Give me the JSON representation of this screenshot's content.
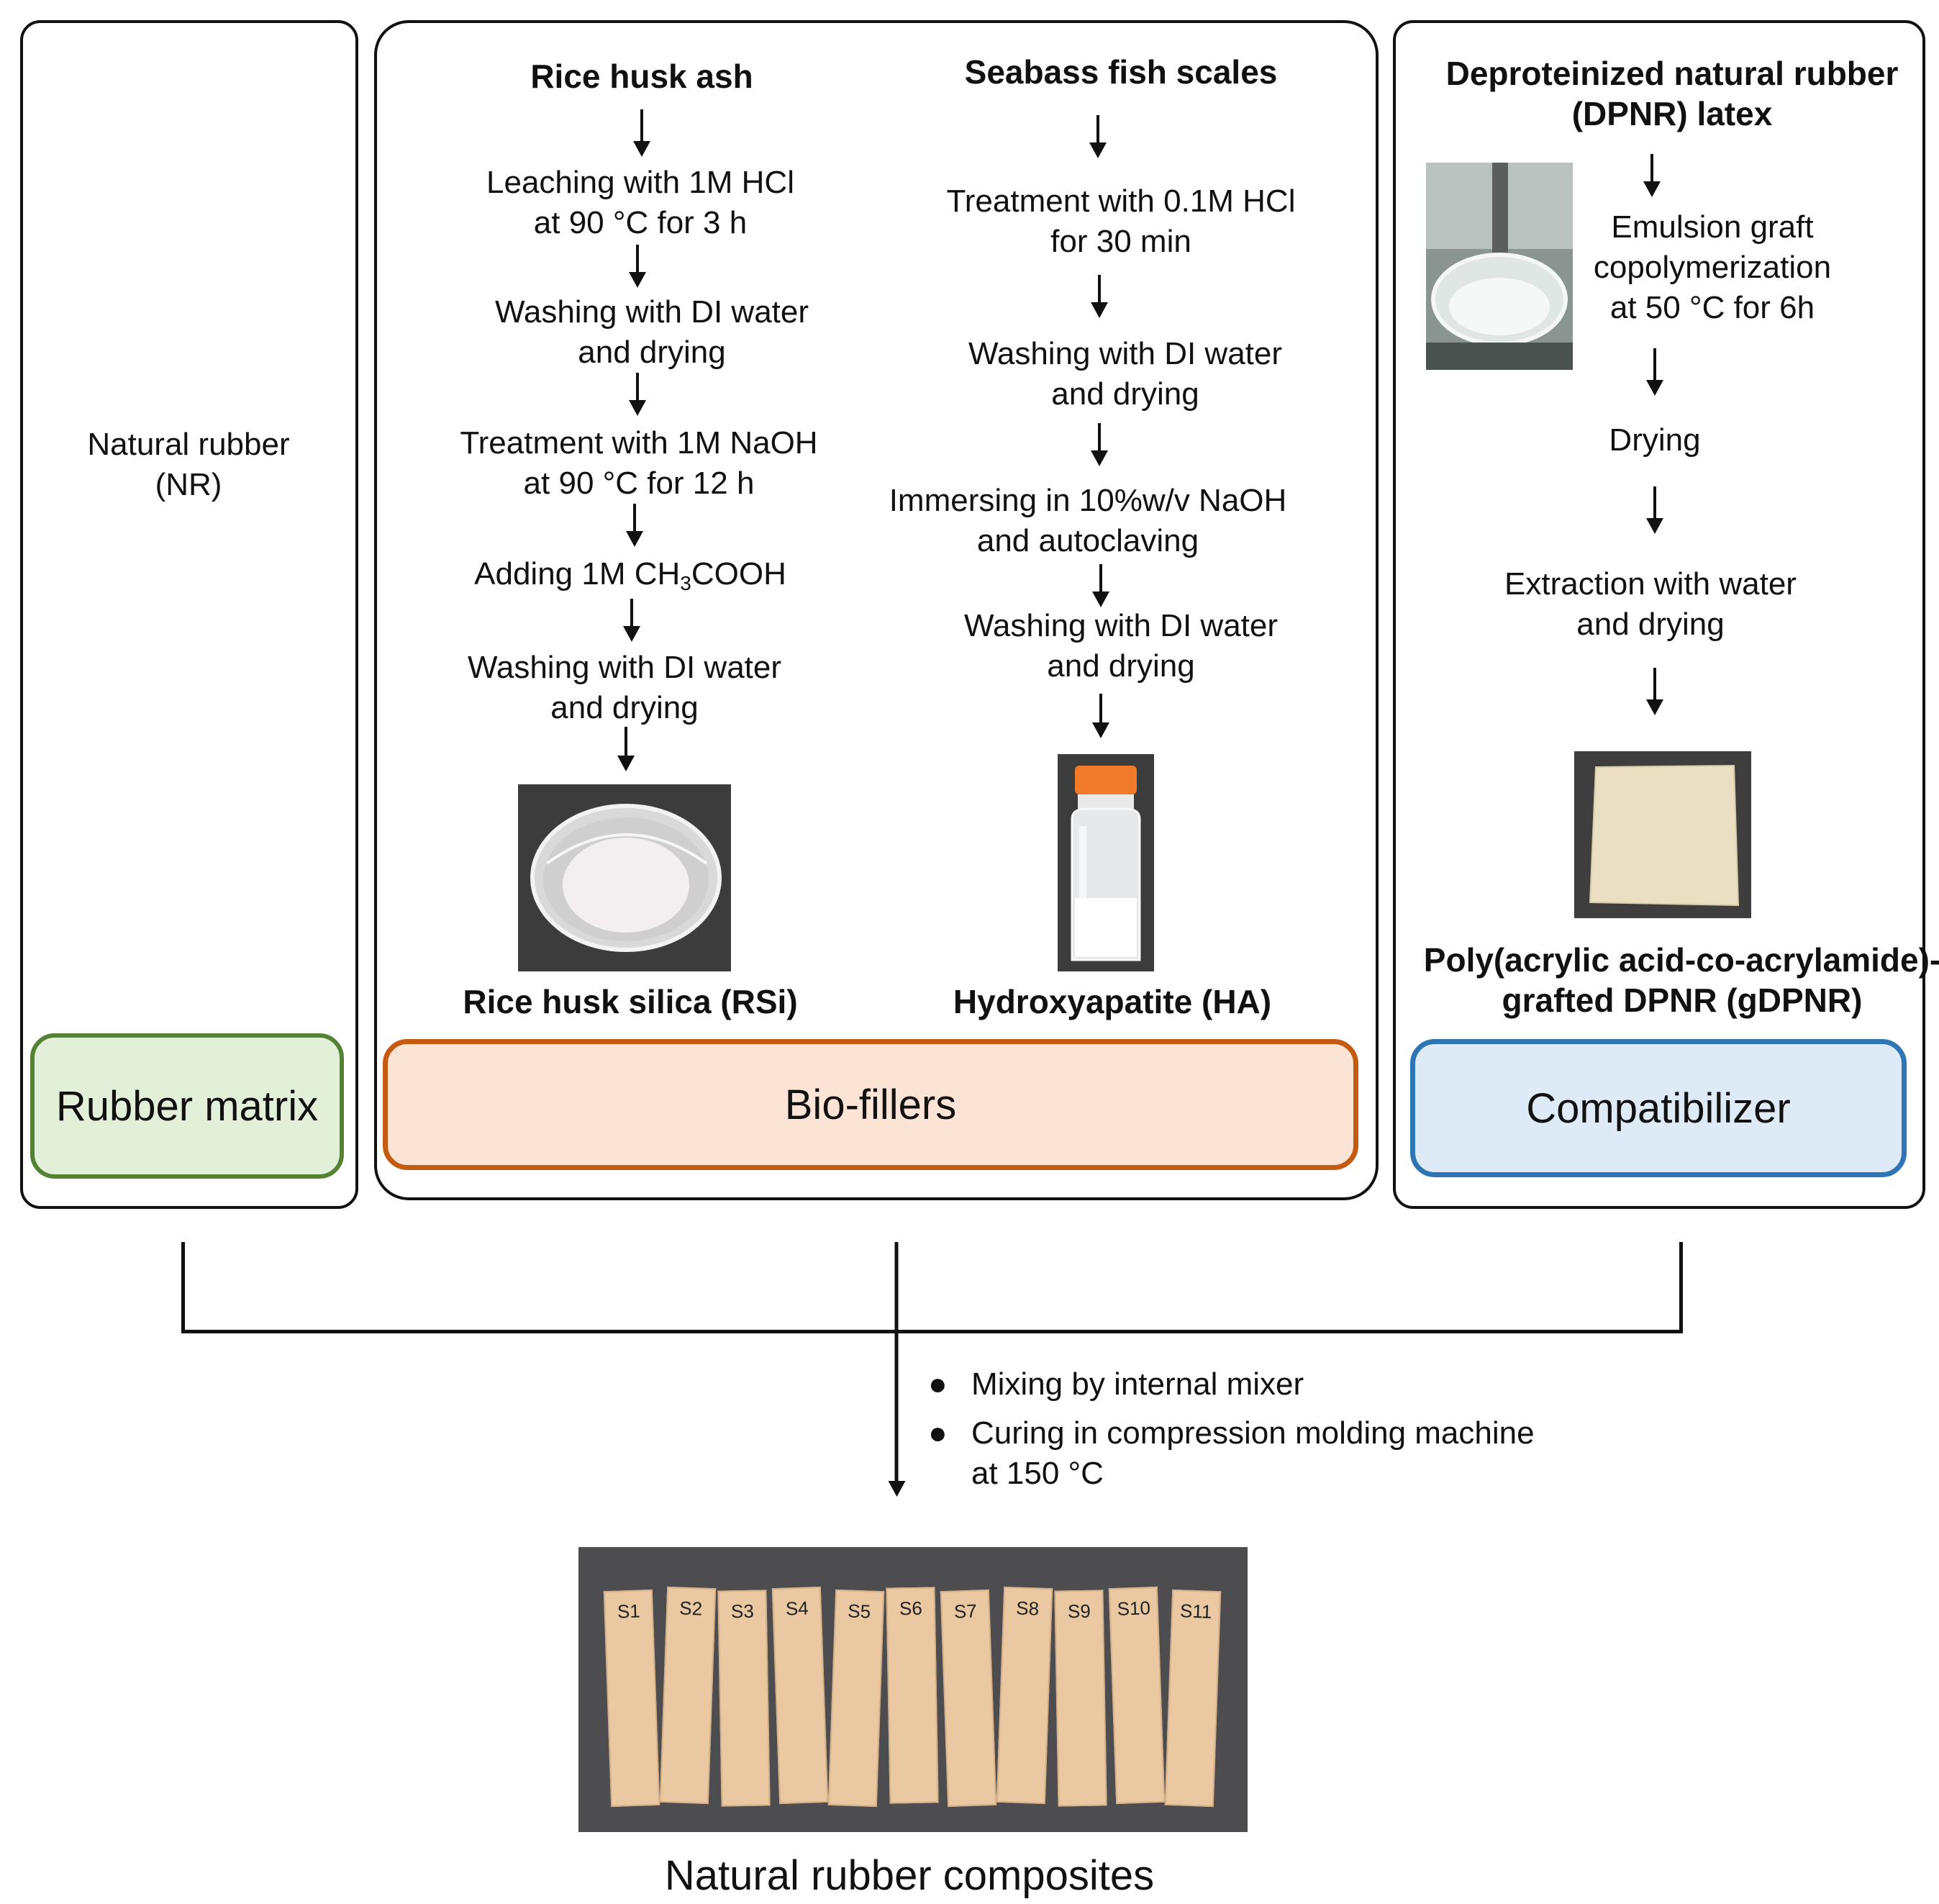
{
  "panels": {
    "rubber_matrix": {
      "content": "Natural rubber\n(NR)",
      "label": "Rubber matrix"
    },
    "biofillers": {
      "label": "Bio-fillers",
      "rice": {
        "heading": "Rice husk ash",
        "steps": [
          "Leaching with 1M HCl\nat 90 °C for 3 h",
          "Washing with DI water\nand drying",
          "Treatment with 1M NaOH\nat 90 °C for 12 h",
          "Adding 1M CH",
          "Washing with DI water\nand drying"
        ],
        "step4_sub": "3",
        "step4_tail": "COOH",
        "product": "Rice husk silica (RSi)"
      },
      "fish": {
        "heading": "Seabass fish scales",
        "steps": [
          "Treatment with 0.1M HCl\nfor 30 min",
          "Washing with DI water\nand drying",
          "Immersing in 10%w/v NaOH\nand autoclaving",
          "Washing with DI water\nand drying"
        ],
        "product": "Hydroxyapatite (HA)"
      }
    },
    "compatibilizer": {
      "label": "Compatibilizer",
      "heading": "Deproteinized natural rubber\n(DPNR) latex",
      "steps": [
        "Emulsion graft\ncopolymerization\nat 50 °C for 6h",
        "Drying",
        "Extraction with water\nand drying"
      ],
      "product": "Poly(acrylic acid-co-acrylamide)-\ngrafted DPNR (gDPNR)"
    }
  },
  "process": {
    "bullets": [
      "Mixing by internal mixer",
      "Curing in compression molding machine\nat 150 °C"
    ],
    "samples": [
      "S1",
      "S2",
      "S3",
      "S4",
      "S5",
      "S6",
      "S7",
      "S8",
      "S9",
      "S10",
      "S11"
    ],
    "result": "Natural rubber composites"
  },
  "colors": {
    "rubber_fill": "#e2efd9",
    "rubber_border": "#548235",
    "bio_fill": "#fbe4d5",
    "bio_border": "#c55a11",
    "compat_fill": "#deebf7",
    "compat_border": "#2e75b6"
  }
}
